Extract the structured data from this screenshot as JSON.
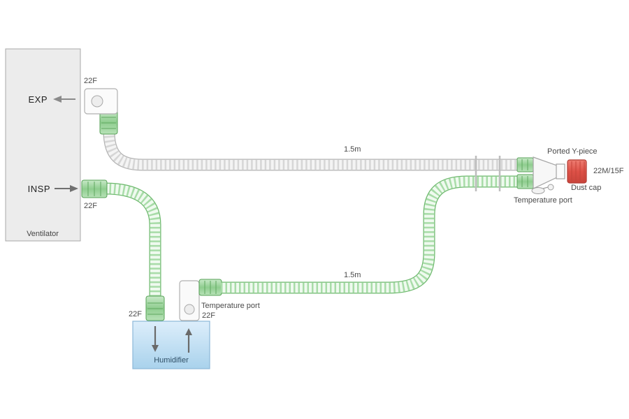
{
  "labels": {
    "ventilator": "Ventilator",
    "exp": "EXP",
    "insp": "INSP",
    "exp_port_size": "22F",
    "insp_port_size": "22F",
    "exp_tube_length": "1.5m",
    "insp_tube_length": "1.5m",
    "humidifier": "Humidifier",
    "humidifier_inlet_size": "22F",
    "humidifier_outlet_size": "22F",
    "humidifier_temp_port": "Temperature port",
    "y_piece": "Ported Y-piece",
    "patient_connector_size": "22M/15F",
    "dust_cap": "Dust cap",
    "y_temp_port": "Temperature port"
  },
  "colors": {
    "tube_green": "#6cb86c",
    "tube_gray": "#b3b3b3",
    "connector_green": "#9bd49b",
    "dust_cap_red": "#e0584e",
    "humidifier_blue": "#bfe0f3",
    "ventilator_gray": "#ececec"
  }
}
